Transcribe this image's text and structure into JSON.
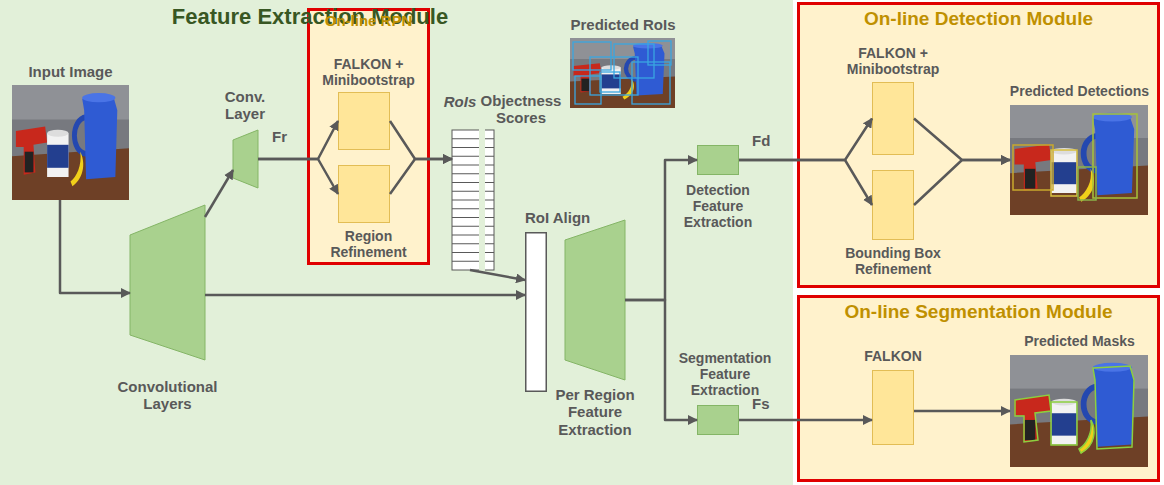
{
  "diagram": {
    "nodes": [
      {
        "text": [
          "Feature Extraction Module"
        ]
      },
      {
        "text": [
          "On-line RPN"
        ],
        "in": 0
      },
      {
        "text": [
          "FALKON + Minibootstrap"
        ],
        "in": 1
      },
      {
        "text": [
          "Region Refinement"
        ],
        "in": 1
      },
      {
        "text": [
          "Input Image"
        ],
        "in": 0
      },
      {
        "text": [
          "Convolutional Layers"
        ],
        "in": 0
      },
      {
        "text": [
          "Conv. Layer"
        ],
        "in": 0
      },
      {
        "text": [
          "RoIs",
          "Objectness Scores"
        ],
        "in": 0
      },
      {
        "text": [
          "Predicted RoIs"
        ],
        "in": 0
      },
      {
        "text": [
          "RoI Align"
        ],
        "in": 0
      },
      {
        "text": [
          "Per Region Feature Extraction"
        ],
        "in": 0
      },
      {
        "text": [
          "Detection Feature Extraction"
        ],
        "in": 0
      },
      {
        "text": [
          "Segmentation Feature Extraction"
        ],
        "in": 0
      },
      {
        "text": [
          "On-line Detection Module"
        ]
      },
      {
        "text": [
          "FALKON + Minibootstrap"
        ],
        "in": 13
      },
      {
        "text": [
          "Bounding Box Refinement"
        ],
        "in": 13
      },
      {
        "text": [
          "Predicted Detections"
        ],
        "in": 13
      },
      {
        "text": [
          "On-line Segmentation Module"
        ]
      },
      {
        "text": [
          "FALKON"
        ],
        "in": 17
      },
      {
        "text": [
          "Predicted Masks"
        ],
        "in": 17
      }
    ],
    "edges": [
      {
        "from": 4,
        "to": 5,
        "arrow": "to"
      },
      {
        "from": 5,
        "to": 6,
        "arrow": "to"
      },
      {
        "from": 5,
        "to": 9,
        "arrow": "to"
      },
      {
        "from": 6,
        "to": 2,
        "arrow": "to"
      },
      {
        "from": 6,
        "to": 3,
        "arrow": "to"
      },
      {
        "from": 2,
        "to": 7,
        "arrow": "to"
      },
      {
        "from": 3,
        "to": 7,
        "arrow": "to"
      },
      {
        "from": 7,
        "to": 9,
        "arrow": "to"
      },
      {
        "from": 10,
        "to": 11,
        "arrow": "to"
      },
      {
        "from": 10,
        "to": 12,
        "arrow": "to"
      },
      {
        "from": 11,
        "to": 14,
        "arrow": "to"
      },
      {
        "from": 11,
        "to": 15,
        "arrow": "to"
      },
      {
        "from": 14,
        "to": 16,
        "arrow": "to"
      },
      {
        "from": 15,
        "to": 16,
        "arrow": "to"
      },
      {
        "from": 12,
        "to": 18,
        "arrow": "to"
      },
      {
        "from": 18,
        "to": 19,
        "arrow": "to"
      }
    ],
    "labels": [
      "Fr",
      "Fd",
      "Fs"
    ]
  }
}
